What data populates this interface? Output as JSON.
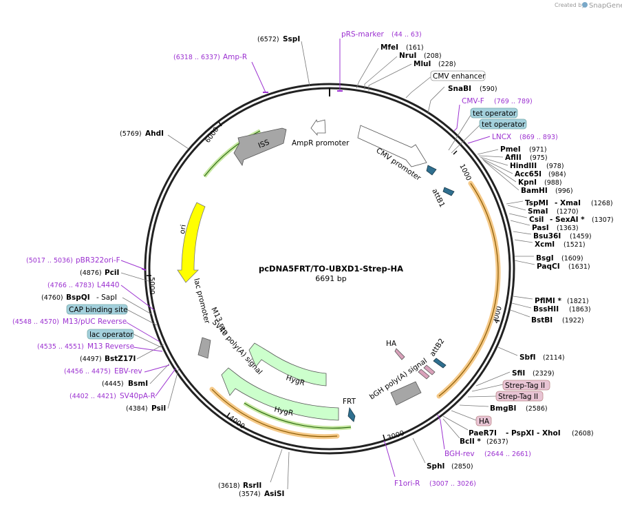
{
  "credit": {
    "prefix": "Created by",
    "brand": "SnapGene"
  },
  "plasmid": {
    "name": "pcDNA5FRT/TO-UBXD1-Strep-HA",
    "size": "6691 bp",
    "length": 6691
  },
  "ticks": [
    "1000",
    "2000",
    "3000",
    "4000",
    "5000",
    "6000"
  ],
  "features": [
    {
      "label": "ISS",
      "color": "#a6a6a6"
    },
    {
      "label": "AmpR promoter",
      "color": "#ffffff"
    },
    {
      "label": "CMV promoter",
      "color": "#ffffff"
    },
    {
      "label": "ori",
      "color": "#ffff00"
    },
    {
      "label": "lac promoter",
      "color": "#ffffff"
    },
    {
      "label": "M13 rev",
      "color": "#ffffff"
    },
    {
      "label": "SV40 poly(A) signal",
      "color": "#ffffff"
    },
    {
      "label": "HygR",
      "color": "#ccffcc"
    },
    {
      "label": "HygR",
      "color": "#ccffcc"
    },
    {
      "label": "FRT",
      "color": "#2f6f8f"
    },
    {
      "label": "bGH poly(A) signal",
      "color": "#a6a6a6"
    },
    {
      "label": "HA",
      "color": "#d9a1ba"
    },
    {
      "label": "attB2",
      "color": "#2f6f8f"
    },
    {
      "label": "attB1",
      "color": "#2f6f8f"
    }
  ],
  "sites_left": [
    {
      "pos": "(6572)",
      "name": "SspI"
    },
    {
      "pos": "(5769)",
      "name": "AhdI"
    },
    {
      "pos": "(4876)",
      "name": "PciI"
    },
    {
      "pos": "(4760)",
      "name": "BspQI",
      "extra": "- SapI"
    },
    {
      "pos": "(4497)",
      "name": "BstZ17I"
    },
    {
      "pos": "(4445)",
      "name": "BsmI"
    },
    {
      "pos": "(4384)",
      "name": "PsiI"
    },
    {
      "pos": "(3618)",
      "name": "RsrII"
    },
    {
      "pos": "(3574)",
      "name": "AsiSI"
    }
  ],
  "sites_right": [
    {
      "name": "MfeI",
      "pos": "(161)"
    },
    {
      "name": "NruI",
      "pos": "(208)"
    },
    {
      "name": "MluI",
      "pos": "(228)"
    },
    {
      "name": "SnaBI",
      "pos": "(590)"
    },
    {
      "name": "PmeI",
      "pos": "(971)"
    },
    {
      "name": "AflII",
      "pos": "(975)"
    },
    {
      "name": "HindIII",
      "pos": "(978)"
    },
    {
      "name": "Acc65I",
      "pos": "(984)"
    },
    {
      "name": "KpnI",
      "pos": "(988)"
    },
    {
      "name": "BamHI",
      "pos": "(996)"
    },
    {
      "name": "TspMI",
      "mid": "- XmaI",
      "pos": "(1268)"
    },
    {
      "name": "SmaI",
      "pos": "(1270)"
    },
    {
      "name": "CsiI",
      "mid": "- SexAI *",
      "pos": "(1307)"
    },
    {
      "name": "PasI",
      "pos": "(1363)"
    },
    {
      "name": "Bsu36I",
      "pos": "(1459)"
    },
    {
      "name": "XcmI",
      "pos": "(1521)"
    },
    {
      "name": "BsgI",
      "pos": "(1609)"
    },
    {
      "name": "PaqCI",
      "pos": "(1631)"
    },
    {
      "name": "PflMI *",
      "pos": "(1821)"
    },
    {
      "name": "BssHII",
      "pos": "(1863)"
    },
    {
      "name": "BstBI",
      "pos": "(1922)"
    },
    {
      "name": "SbfI",
      "pos": "(2114)"
    },
    {
      "name": "SfiI",
      "pos": "(2329)"
    },
    {
      "name": "BmgBI",
      "pos": "(2586)"
    },
    {
      "name": "PaeR7I",
      "mid": "- PspXI  - XhoI",
      "pos": "(2608)"
    },
    {
      "name": "BclI *",
      "pos": "(2637)"
    },
    {
      "name": "SphI",
      "pos": "(2850)"
    }
  ],
  "primers": [
    {
      "label": "pRS-marker",
      "range": "(44 .. 63)"
    },
    {
      "label": "Amp-R",
      "range": "(6318 .. 6337)"
    },
    {
      "label": "CMV-F",
      "range": "(769 .. 789)"
    },
    {
      "label": "LNCX",
      "range": "(869 .. 893)"
    },
    {
      "label": "pBR322ori-F",
      "range": "(5017 .. 5036)"
    },
    {
      "label": "L4440",
      "range": "(4766 .. 4783)"
    },
    {
      "label": "M13/pUC Reverse",
      "range": "(4548 .. 4570)"
    },
    {
      "label": "M13 Reverse",
      "range": "(4535 .. 4551)"
    },
    {
      "label": "EBV-rev",
      "range": "(4456 .. 4475)"
    },
    {
      "label": "SV40pA-R",
      "range": "(4402 .. 4421)"
    },
    {
      "label": "BGH-rev",
      "range": "(2644 .. 2661)"
    },
    {
      "label": "F1ori-R",
      "range": "(3007 .. 3026)"
    }
  ],
  "boxes": [
    {
      "label": "CMV enhancer",
      "fill": "#ffffff"
    },
    {
      "label": "tet operator",
      "fill": "#a3d0dc"
    },
    {
      "label": "tet operator",
      "fill": "#a3d0dc"
    },
    {
      "label": "CAP binding site",
      "fill": "#a3d0dc"
    },
    {
      "label": "lac operator",
      "fill": "#a3d0dc"
    },
    {
      "label": "Strep-Tag II",
      "fill": "#e8c4d4"
    },
    {
      "label": "Strep-Tag II",
      "fill": "#e8c4d4"
    },
    {
      "label": "HA",
      "fill": "#e8c4d4"
    }
  ]
}
